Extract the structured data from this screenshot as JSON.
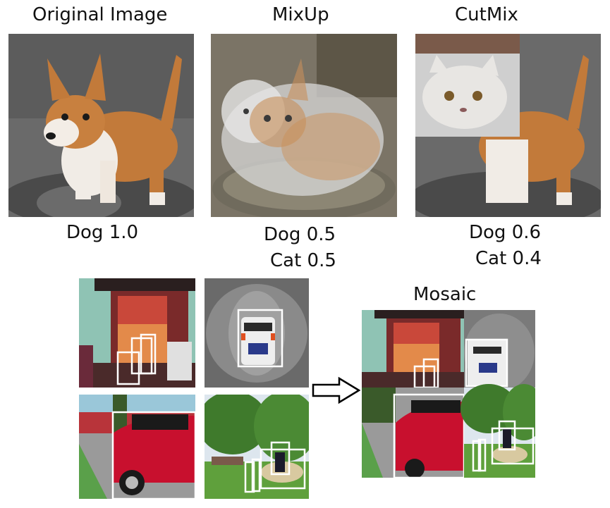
{
  "top": {
    "original": {
      "title": "Original Image",
      "label": "Dog 1.0"
    },
    "mixup": {
      "title": "MixUp",
      "label_dog": "Dog 0.5",
      "label_cat": "Cat 0.5"
    },
    "cutmix": {
      "title": "CutMix",
      "label_dog": "Dog 0.6",
      "label_cat": "Cat 0.4"
    }
  },
  "bottom": {
    "mosaic_title": "Mosaic"
  },
  "colors": {
    "corgi": "#c27a3a",
    "cat": "#d8d8d8",
    "car": "#c8102e",
    "ground": "#5a5a5a",
    "grass": "#4b8a34",
    "box": "#ffffff"
  }
}
